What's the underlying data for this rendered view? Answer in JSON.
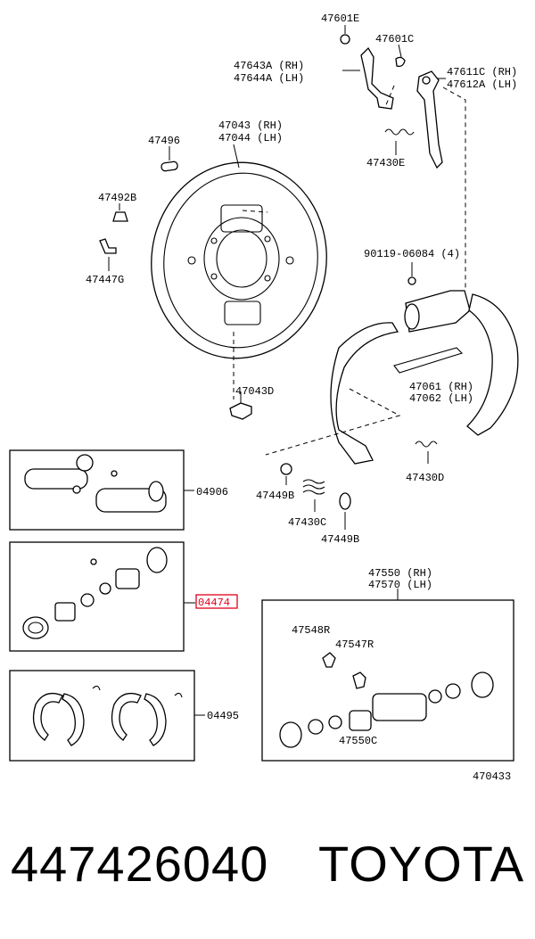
{
  "colors": {
    "ink": "#000000",
    "highlight": "#e0001b",
    "background": "#ffffff"
  },
  "labels": {
    "l47601E": "47601E",
    "l47601C": "47601C",
    "l47643A": "47643A (RH)",
    "l47644A": "47644A (LH)",
    "l47611C": "47611C (RH)",
    "l47612A": "47612A (LH)",
    "l47043": "47043 (RH)",
    "l47044": "47044 (LH)",
    "l47496": "47496",
    "l47430E": "47430E",
    "l47492B": "47492B",
    "l47447G": "47447G",
    "l90119": "90119-06084 (4)",
    "l47043D": "47043D",
    "l47061": "47061 (RH)",
    "l47062": "47062 (LH)",
    "l04906": "04906",
    "l47449B_a": "47449B",
    "l47430D": "47430D",
    "l47430C": "47430C",
    "l47449B_b": "47449B",
    "l04474": "04474",
    "l47550": "47550 (RH)",
    "l47570": "47570 (LH)",
    "l47548R": "47548R",
    "l47547R": "47547R",
    "l04495": "04495",
    "l47550C": "47550C",
    "l470433": "470433"
  },
  "footer": {
    "part_number": "447426040",
    "brand": "TOYOTA"
  }
}
